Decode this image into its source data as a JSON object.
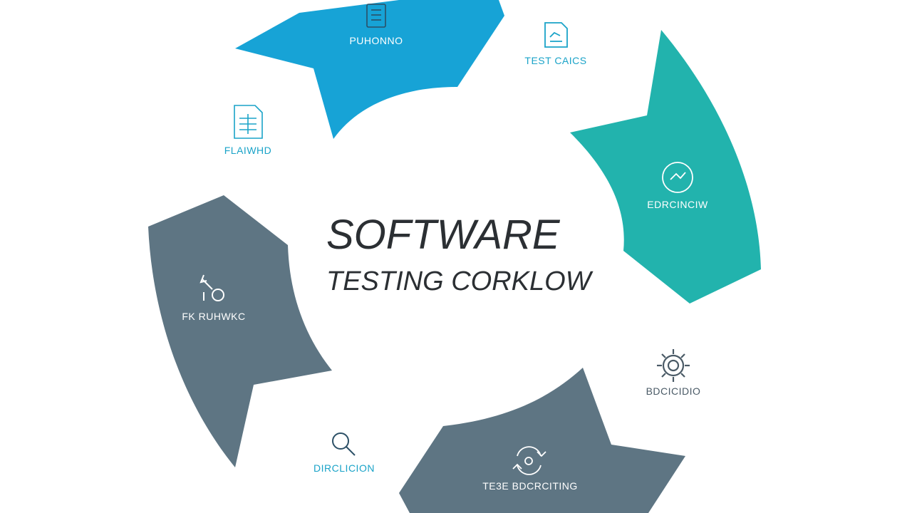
{
  "title": {
    "line1": "SOFTWARE",
    "line2": "TESTING CORKLOW"
  },
  "stages": [
    {
      "label": "PUHONNO",
      "icon": "checklist-icon",
      "color": "#17a3d6",
      "label_color": "#ffffff"
    },
    {
      "label": "TEST CAICS",
      "icon": "document-icon",
      "color": "#17a3d6",
      "label_color": "#1aa3c8"
    },
    {
      "label": "EDRCINCIW",
      "icon": "gauge-icon",
      "color": "#22b3ad",
      "label_color": "#ffffff"
    },
    {
      "label": "BDCICIDIO",
      "icon": "gear-icon",
      "color": "#5e7583",
      "label_color": "#4a5a66"
    },
    {
      "label": "TE3E BDCRCITING",
      "icon": "refresh-icon",
      "color": "#5e7583",
      "label_color": "#ffffff"
    },
    {
      "label": "DIRCLICION",
      "icon": "magnifier-icon",
      "color": "#5e7583",
      "label_color": "#1aa3c8"
    },
    {
      "label": "FK RUHWKC",
      "icon": "wrench-icon",
      "color": "#5e7583",
      "label_color": "#ffffff"
    },
    {
      "label": "FLAIWHD",
      "icon": "report-icon",
      "color": "#17a3d6",
      "label_color": "#1aa3c8"
    }
  ],
  "colors": {
    "blue": "#17a3d6",
    "teal": "#22b3ad",
    "slate": "#5e7583",
    "title": "#2b2f33"
  }
}
